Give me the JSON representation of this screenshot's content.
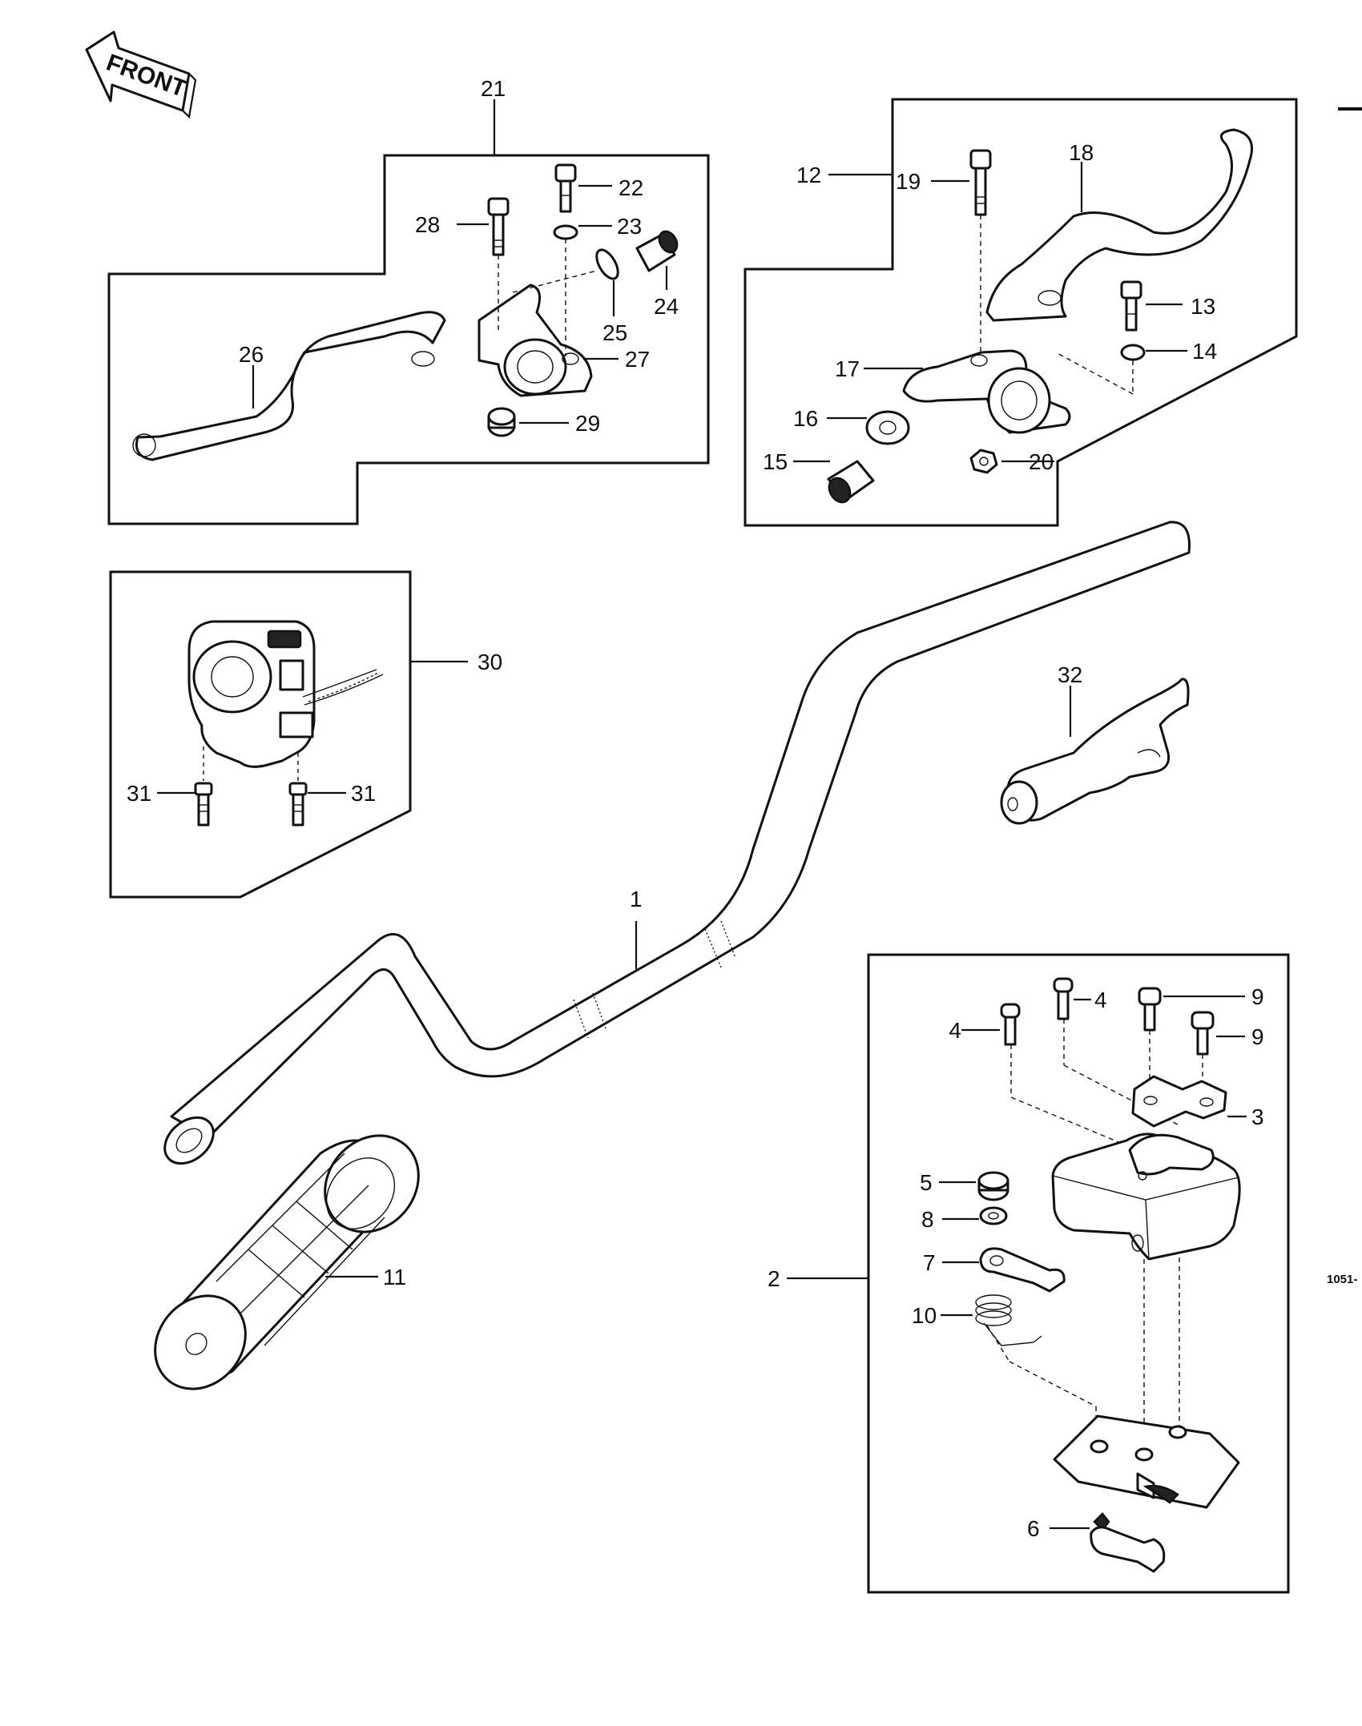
{
  "front_label": "FRONT",
  "reference_code": "1051-",
  "callouts": {
    "p1": "1",
    "p2": "2",
    "p3": "3",
    "p4a": "4",
    "p4b": "4",
    "p5": "5",
    "p6": "6",
    "p7": "7",
    "p8": "8",
    "p9a": "9",
    "p9b": "9",
    "p10": "10",
    "p11": "11",
    "p12": "12",
    "p13": "13",
    "p14": "14",
    "p15": "15",
    "p16": "16",
    "p17": "17",
    "p18": "18",
    "p19": "19",
    "p20": "20",
    "p21": "21",
    "p22": "22",
    "p23": "23",
    "p24": "24",
    "p25": "25",
    "p26": "26",
    "p27": "27",
    "p28": "28",
    "p29": "29",
    "p30": "30",
    "p31a": "31",
    "p31b": "31",
    "p32": "32"
  }
}
